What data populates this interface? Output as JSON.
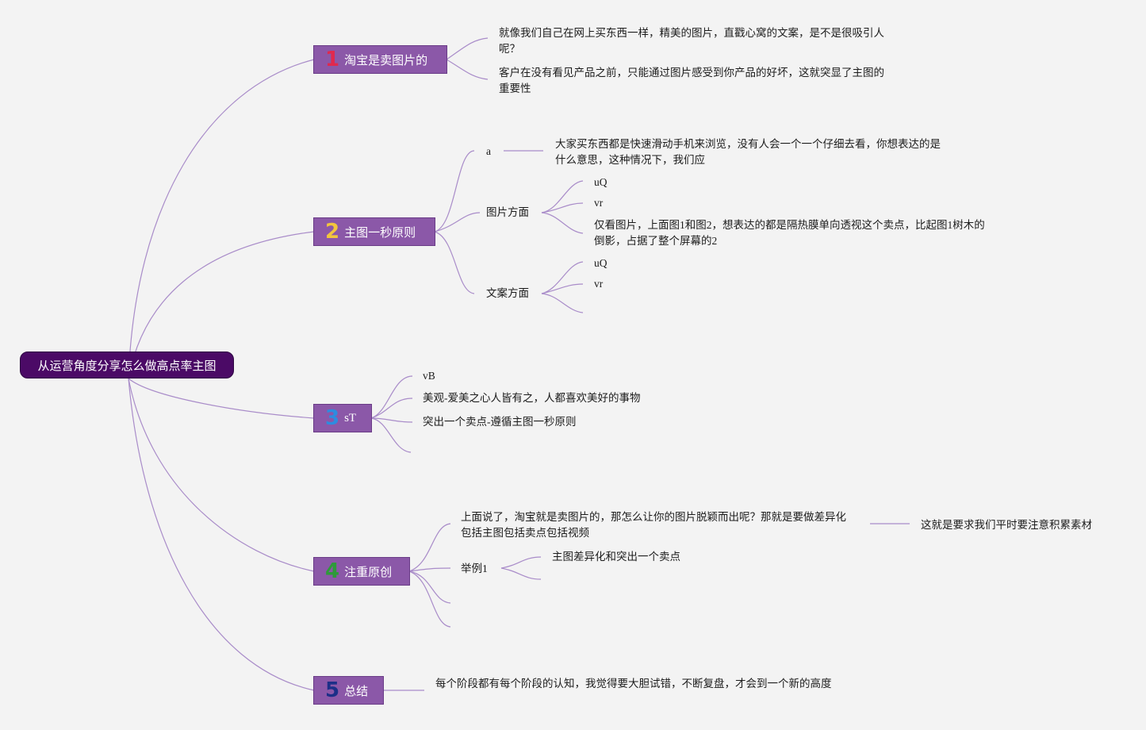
{
  "root": {
    "label": "从运营角度分享怎么做高点率主图"
  },
  "colors": {
    "background": "#f3f3f3",
    "root_fill": "#4b0a66",
    "branch_fill": "#8b58a8",
    "connector": "#a98cc9",
    "num1": "#e0294e",
    "num2": "#f2c53d",
    "num3": "#2d8cdf",
    "num4": "#2e9a3a",
    "num5": "#1c2f88"
  },
  "branches": [
    {
      "num": "1",
      "label": "淘宝是卖图片的",
      "notes": [
        "就像我们自己在网上买东西一样，精美的图片，直戳心窝的文案，是不是很吸引人呢？",
        "客户在没有看见产品之前，只能通过图片感受到你产品的好坏，这就突显了主图的重要性"
      ]
    },
    {
      "num": "2",
      "label": "主图一秒原则",
      "a_label": "a",
      "a_note": "大家买东西都是快速滑动手机来浏览，没有人会一个一个仔细去看，你想表达的是什么意思，这种情况下，我们应",
      "pic_label": "图片方面",
      "pic_items": [
        "uQ",
        "vr",
        "仅看图片，上面图1和图2，想表达的都是隔热膜单向透视这个卖点，比起图1树木的倒影，占据了整个屏幕的2"
      ],
      "copy_label": "文案方面",
      "copy_items": [
        "uQ",
        "vr"
      ]
    },
    {
      "num": "3",
      "label": "sT",
      "items": [
        "vB",
        "美观-爱美之心人皆有之，人都喜欢美好的事物",
        "突出一个卖点-遵循主图一秒原则"
      ]
    },
    {
      "num": "4",
      "label": "注重原创",
      "note": "上面说了，淘宝就是卖图片的，那怎么让你的图片脱颖而出呢？那就是要做差异化 包括主图包括卖点包括视频",
      "note_child": "这就是要求我们平时要注意积累素材",
      "example_label": "举例1",
      "example_child": "主图差异化和突出一个卖点"
    },
    {
      "num": "5",
      "label": "总结",
      "note": "每个阶段都有每个阶段的认知，我觉得要大胆试错，不断复盘，才会到一个新的高度"
    }
  ]
}
